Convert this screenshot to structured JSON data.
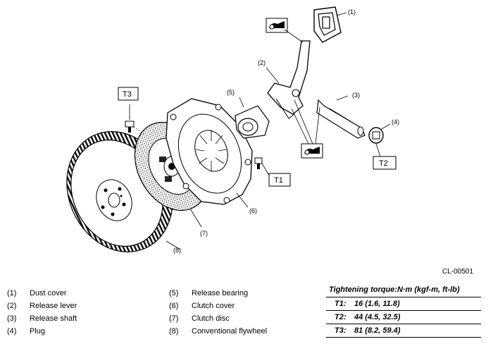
{
  "callouts": {
    "c1": "(1)",
    "c2": "(2)",
    "c3": "(3)",
    "c4": "(4)",
    "c5": "(5)",
    "c6": "(6)",
    "c7": "(7)",
    "c8": "(8)"
  },
  "torque_boxes": {
    "t1": "T1",
    "t2": "T2",
    "t3": "T3"
  },
  "figure_code": "CL-00501",
  "legend": [
    {
      "num": "(1)",
      "label": "Dust cover"
    },
    {
      "num": "(2)",
      "label": "Release lever"
    },
    {
      "num": "(3)",
      "label": "Release shaft"
    },
    {
      "num": "(4)",
      "label": "Plug"
    },
    {
      "num": "(5)",
      "label": "Release bearing"
    },
    {
      "num": "(6)",
      "label": "Clutch cover"
    },
    {
      "num": "(7)",
      "label": "Clutch disc"
    },
    {
      "num": "(8)",
      "label": "Conventional flywheel"
    }
  ],
  "torque": {
    "title": "Tightening torque:N·m (kgf-m, ft-lb)",
    "rows": [
      {
        "key": "T1:",
        "value": "16 (1.6, 11.8)"
      },
      {
        "key": "T2:",
        "value": "44 (4.5, 32.5)"
      },
      {
        "key": "T3:",
        "value": "81 (8.2, 59.4)"
      }
    ]
  },
  "icons": [
    "grease-icon",
    "grease-icon"
  ]
}
